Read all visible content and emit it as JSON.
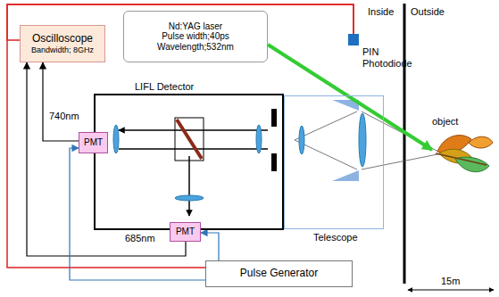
{
  "diagram": {
    "nodes": [
      {
        "text": [
          "Oscilloscope",
          "Bandwidth; 8GHz"
        ]
      },
      {
        "text": [
          "Nd:YAG laser",
          "Pulse width;40ps",
          "Wavelength;532nm"
        ]
      },
      {
        "text": [
          "PIN Photodiode"
        ]
      },
      {
        "text": [
          "LIFL Detector"
        ]
      },
      {
        "text": [
          "PMT"
        ],
        "in": 3
      },
      {
        "text": [
          "PMT"
        ],
        "in": 3
      },
      {
        "text": [
          "Telescope"
        ]
      },
      {
        "text": [
          "Pulse Generator"
        ]
      },
      {
        "text": [
          "object"
        ]
      }
    ],
    "edges": [
      {
        "from": 2,
        "to": 0,
        "arrow": "none"
      },
      {
        "from": 2,
        "to": 7,
        "arrow": "none"
      },
      {
        "from": 4,
        "to": 0,
        "arrow": "to"
      },
      {
        "from": 5,
        "to": 0,
        "arrow": "to"
      },
      {
        "from": 7,
        "to": 4,
        "arrow": "to"
      },
      {
        "from": 7,
        "to": 5,
        "arrow": "to"
      },
      {
        "from": 1,
        "to": 8,
        "arrow": "to"
      }
    ],
    "labels": [
      "740nm",
      "685nm",
      "Inside",
      "Outside",
      "15m"
    ]
  }
}
